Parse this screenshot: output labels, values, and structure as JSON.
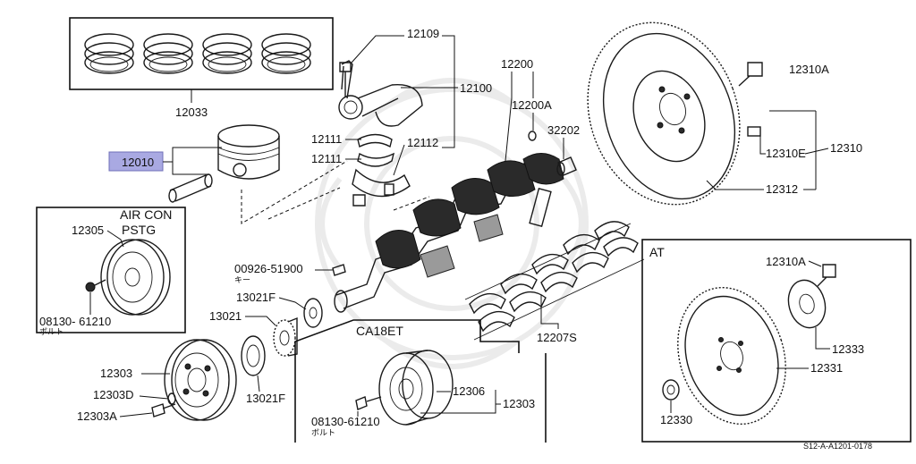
{
  "labels": {
    "p12033": "12033",
    "p12010": "12010",
    "p12109": "12109",
    "p12100": "12100",
    "p12111a": "12111",
    "p12111b": "12111",
    "p12112": "12112",
    "p12200": "12200",
    "p12200A": "12200A",
    "p32202": "32202",
    "p12310A": "12310A",
    "p12310E": "12310E",
    "p12310": "12310",
    "p12312": "12312",
    "p12305": "12305",
    "p08130a": "08130- 61210",
    "p00926": "00926-51900",
    "p13021F_a": "13021F",
    "p13021": "13021",
    "p13021F_b": "13021F",
    "p12303": "12303",
    "p12303D": "12303D",
    "p12303A": "12303A",
    "p12306": "12306",
    "p12303b": "12303",
    "p08130b": "08130-61210",
    "p12207S": "12207S",
    "p12310A_at": "12310A",
    "p12333": "12333",
    "p12331": "12331",
    "p12330": "12330"
  },
  "small_text": {
    "bolt_a": "ボルト",
    "bolt_b": "ボルト",
    "key": "キー"
  },
  "boxes": {
    "air_con_title": "AIR CON",
    "air_con_subtitle": "PSTG",
    "ca18et_title": "CA18ET",
    "at_title": "AT"
  },
  "footer": {
    "code": "S12-A-A1201-0178"
  },
  "colors": {
    "highlight": "#a9a9e2",
    "ink": "#111111"
  }
}
